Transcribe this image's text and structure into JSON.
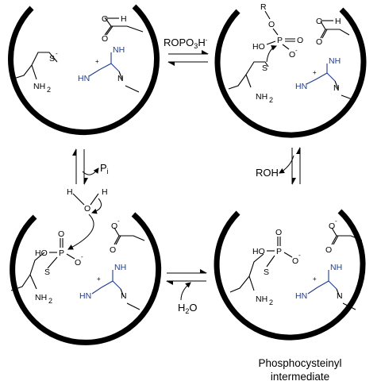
{
  "reagents": {
    "forward_top": "ROPO",
    "forward_top_sub": "3",
    "forward_top_charge": "H",
    "forward_top_sup": "-",
    "left_product": "P",
    "left_product_sub": "i",
    "right_product": "ROH",
    "bottom": "H",
    "bottom_sub": "2",
    "bottom_suffix": "O"
  },
  "atoms": {
    "S": "S",
    "S_minus": "-",
    "N": "N",
    "H": "H",
    "O": "O",
    "P": "P",
    "R": "R",
    "NH": "NH",
    "NH2": "NH",
    "NH2_sub": "2",
    "HN": "HN",
    "HO": "HO",
    "O_minus": "O",
    "minus": "-",
    "plus": "+"
  },
  "caption": {
    "line1": "Phosphocysteinyl",
    "line2": "intermediate"
  }
}
